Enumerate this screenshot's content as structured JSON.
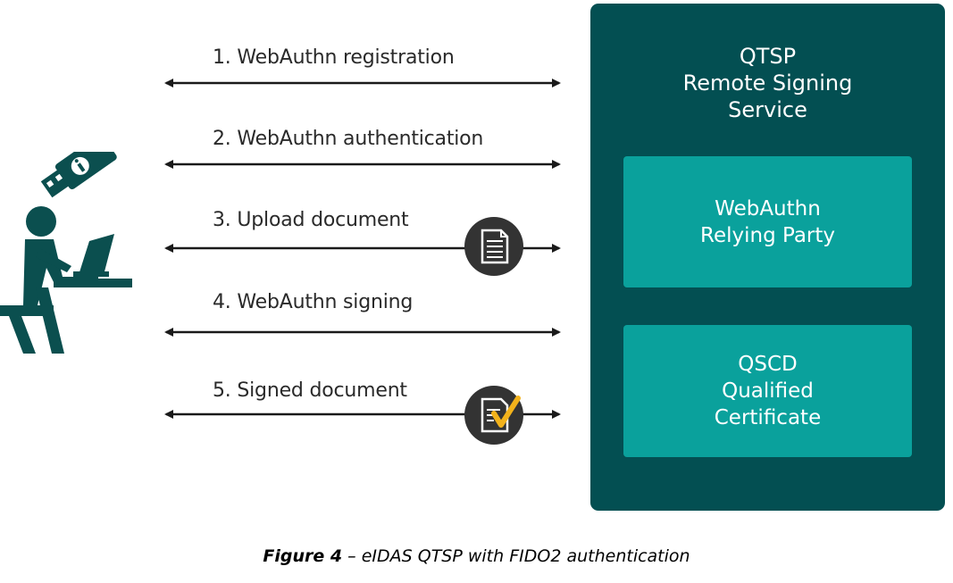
{
  "steps": [
    {
      "number": "1.",
      "label": "WebAuthn registration"
    },
    {
      "number": "2.",
      "label": "WebAuthn authentication"
    },
    {
      "number": "3.",
      "label": "Upload document"
    },
    {
      "number": "4.",
      "label": "WebAuthn signing"
    },
    {
      "number": "5.",
      "label": "Signed document"
    }
  ],
  "step_text": [
    "1. WebAuthn registration",
    "2. WebAuthn authentication",
    "3. Upload document",
    "4. WebAuthn signing",
    "5. Signed document"
  ],
  "qtsp": {
    "title_lines": [
      "QTSP",
      "Remote Signing",
      "Service"
    ]
  },
  "relying_party": {
    "lines": [
      "WebAuthn",
      "Relying Party"
    ]
  },
  "qscd": {
    "lines": [
      "QSCD",
      "Qualified",
      "Certificate"
    ]
  },
  "caption": {
    "bold": "Figure 4",
    "rest": " – eIDAS QTSP with FIDO2 authentication"
  },
  "icons": {
    "user": "person-at-laptop-icon",
    "key": "usb-security-key-icon",
    "upload": "document-icon",
    "signed": "signed-document-check-icon"
  },
  "colors": {
    "qtsp_bg": "#034f52",
    "inner_bg": "#0aa19c",
    "icon_dark": "#0b4f4f",
    "badge_bg": "#333333",
    "check": "#f2b21b"
  }
}
